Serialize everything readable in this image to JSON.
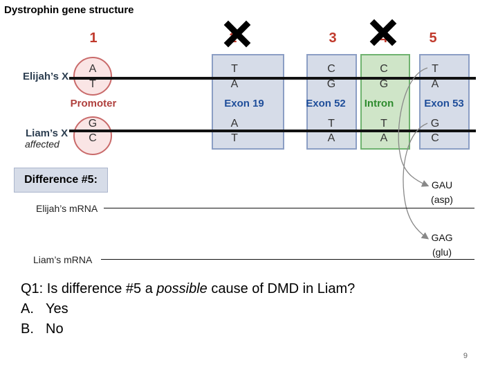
{
  "title": "Dystrophin gene structure",
  "region_numbers": [
    "1",
    "2",
    "3",
    "4",
    "5"
  ],
  "chromosomes": {
    "elijah": {
      "label": "Elijah’s X"
    },
    "liam": {
      "label": "Liam’s X",
      "note": "affected"
    }
  },
  "regions": [
    {
      "label": "Promoter",
      "elijah": [
        "A",
        "T"
      ],
      "liam": [
        "G",
        "C"
      ]
    },
    {
      "label": "Exon 19",
      "elijah": [
        "T",
        "A"
      ],
      "liam": [
        "A",
        "T"
      ]
    },
    {
      "label": "Exon 52",
      "elijah": [
        "C",
        "G"
      ],
      "liam": [
        "T",
        "A"
      ]
    },
    {
      "label": "Intron",
      "elijah": [
        "C",
        "G"
      ],
      "liam": [
        "T",
        "A"
      ]
    },
    {
      "label": "Exon 53",
      "elijah": [
        "T",
        "A"
      ],
      "liam": [
        "G",
        "C"
      ]
    }
  ],
  "difference": "Difference #5:",
  "mrna": {
    "elijah": {
      "label": "Elijah’s mRNA",
      "codon": "GAU",
      "amino_acid": "(asp)"
    },
    "liam": {
      "label": "Liam’s mRNA",
      "codon": "GAG",
      "amino_acid": "(glu)"
    }
  },
  "question": {
    "prefix": "Q1: Is difference #5 a ",
    "emphasis": "possible",
    "suffix": " cause of DMD in Liam?",
    "options": [
      {
        "letter": "A.",
        "text": "Yes"
      },
      {
        "letter": "B.",
        "text": "No"
      }
    ]
  },
  "page_number": "9",
  "colors": {
    "number_red": "#c0392b",
    "exon_blue": "#1f4e9a",
    "intron_green": "#2e8b2e",
    "promoter_red": "#b0413e"
  }
}
